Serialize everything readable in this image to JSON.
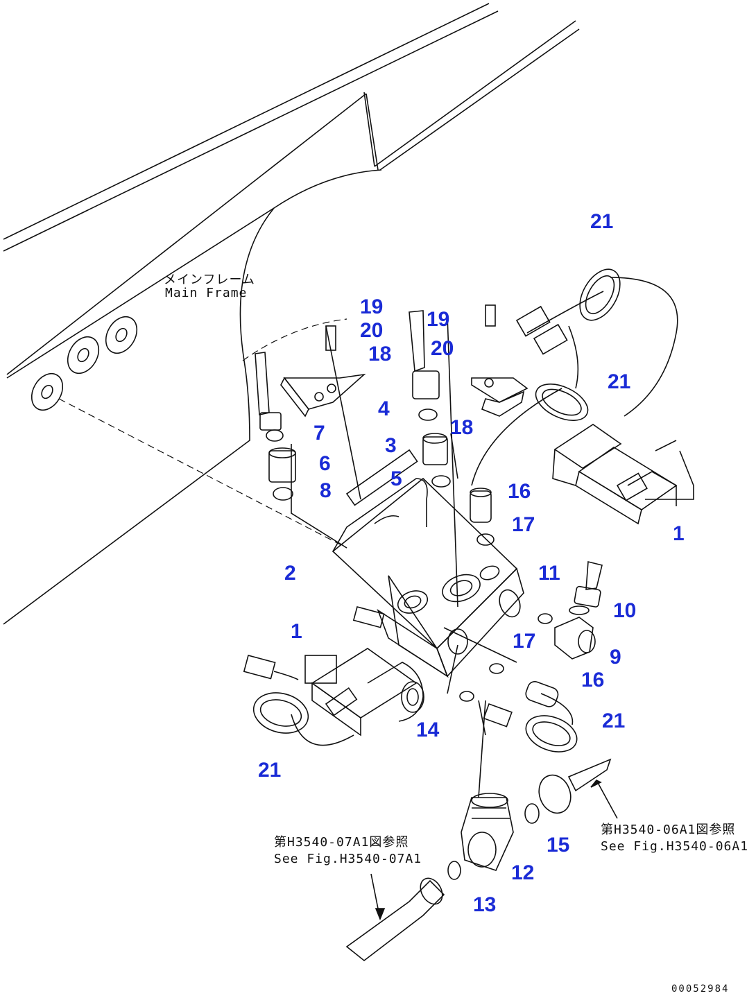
{
  "labels": {
    "main_frame_jp": "メインフレーム",
    "main_frame_en": "Main Frame",
    "ref_left_jp": "第H3540-07A1図参照",
    "ref_left_en": "See Fig.H3540-07A1",
    "ref_right_jp": "第H3540-06A1図参照",
    "ref_right_en": "See Fig.H3540-06A1",
    "drawing_number": "00052984"
  },
  "callouts": [
    "21",
    "19",
    "20",
    "18",
    "19",
    "20",
    "4",
    "18",
    "7",
    "3",
    "6",
    "5",
    "8",
    "21",
    "16",
    "1",
    "17",
    "2",
    "11",
    "10",
    "1",
    "17",
    "9",
    "16",
    "21",
    "14",
    "21",
    "15",
    "12",
    "13"
  ],
  "colors": {
    "callout": "#1a2bd6",
    "line": "#111111"
  }
}
